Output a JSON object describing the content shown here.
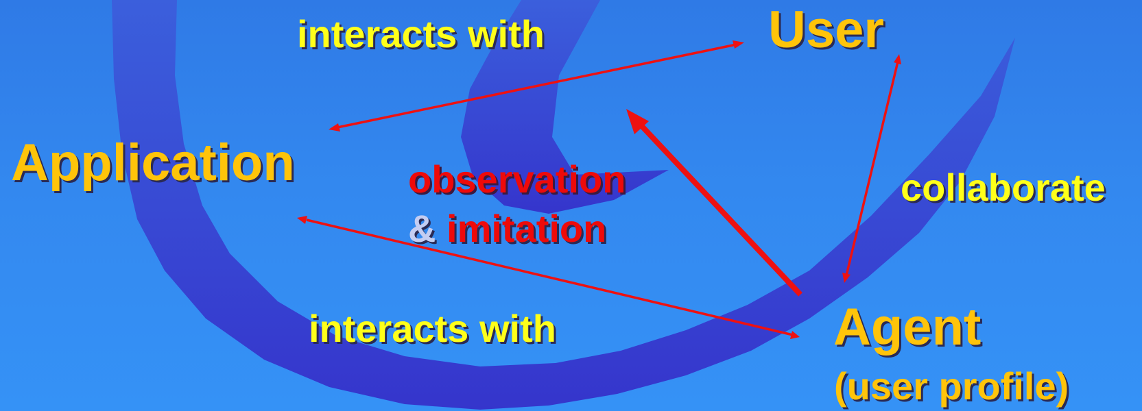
{
  "nodes": {
    "user": "User",
    "application": "Application",
    "agent": "Agent",
    "agent_subtitle": "(user profile)"
  },
  "edges": {
    "interacts_top": "interacts with",
    "interacts_bottom": "interacts with",
    "collaborate": "collaborate",
    "observation": "observation",
    "imitation_amp": "&",
    "imitation": "imitation"
  },
  "colors": {
    "background": "#3388ef",
    "swirl": "#3a3fd0",
    "node_text": "#ffc40a",
    "edge_text": "#ffff1a",
    "arrow": "#ee1111"
  }
}
